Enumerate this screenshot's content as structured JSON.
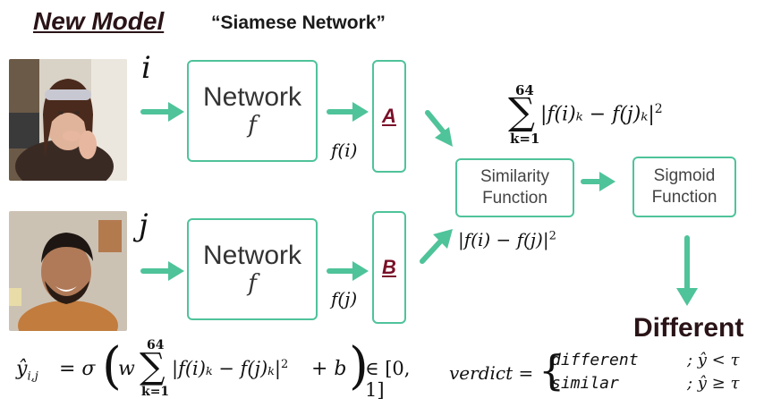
{
  "header": {
    "title": "New Model",
    "subtitle": "“Siamese Network”"
  },
  "inputs": [
    {
      "symbol": "i",
      "photo": "person-woman-headband"
    },
    {
      "symbol": "j",
      "photo": "person-man-smiling"
    }
  ],
  "networks": [
    {
      "label": "Network",
      "func": "f"
    },
    {
      "label": "Network",
      "func": "f"
    }
  ],
  "encodings": [
    {
      "vector": "A",
      "output": "f(i)"
    },
    {
      "vector": "B",
      "output": "f(j)"
    }
  ],
  "similarity": {
    "line1": "Similarity",
    "line2": "Function",
    "sum_upper": "64",
    "sum_lower": "k=1",
    "sum_formula": "|f(i)ₖ − f(j)ₖ|",
    "sum_power": "2",
    "norm_formula": "|f(i) − f(j)|",
    "norm_power": "2"
  },
  "sigmoid": {
    "line1": "Sigmoid",
    "line2": "Function"
  },
  "result": "Different",
  "equation": {
    "lhs": "ŷ",
    "lhs_sub": "i,j",
    "eq_sigma": "= σ",
    "w": "w",
    "sum_upper": "64",
    "sum_lower": "k=1",
    "term": "|f(i)ₖ − f(j)ₖ|",
    "power": "2",
    "plus_b": "+ b",
    "range": "∈ [0, 1]"
  },
  "verdict_rule": {
    "lhs": "verdict =",
    "case1": "different",
    "cond1": "; ŷ < τ",
    "case2": "similar",
    "cond2": "; ŷ ≥ τ"
  },
  "colors": {
    "accent_green": "#4fc39a",
    "title_color": "#2a1418",
    "vector_color": "#7a1028"
  }
}
